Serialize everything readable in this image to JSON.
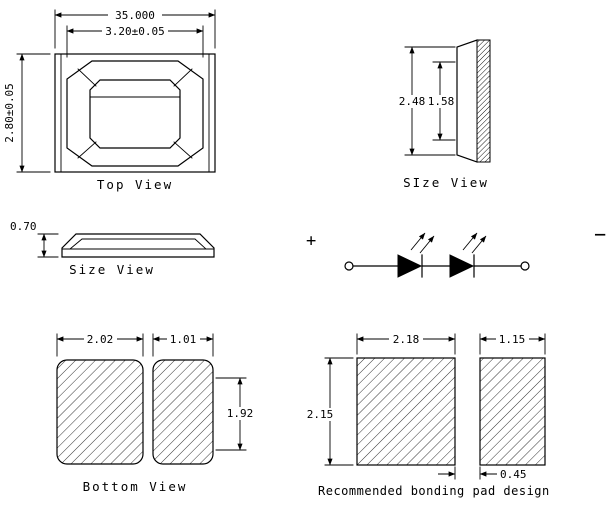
{
  "colors": {
    "line": "#000000",
    "background": "#ffffff"
  },
  "views": {
    "top_view": {
      "label": "Top View",
      "dim_outer_width": "35.000",
      "dim_cavity_width": "3.20±0.05",
      "dim_height": "2.80±0.05"
    },
    "side_view_right": {
      "label": "SIze View",
      "dim_total": "2.48",
      "dim_inner": "1.58"
    },
    "side_view_front": {
      "label": "Size View",
      "dim_thickness": "0.70"
    },
    "circuit": {
      "positive": "+",
      "negative": "−"
    },
    "bottom_view": {
      "label": "Bottom View",
      "dim_left_pad": "2.02",
      "dim_right_pad": "1.01",
      "dim_pad_height": "1.92"
    },
    "bonding_pad": {
      "label": "Recommended bonding pad design",
      "dim_left_pad": "2.18",
      "dim_right_pad": "1.15",
      "dim_pad_height": "2.15",
      "dim_gap": "0.45"
    }
  }
}
